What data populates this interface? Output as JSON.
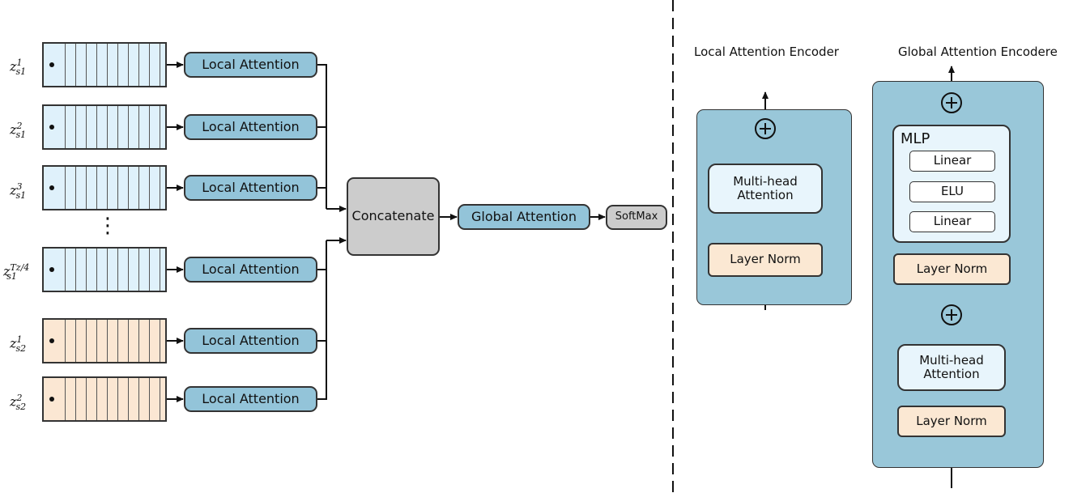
{
  "left": {
    "inputs": [
      {
        "base": "z",
        "sub": "s1",
        "sup": "1"
      },
      {
        "base": "z",
        "sub": "s1",
        "sup": "2"
      },
      {
        "base": "z",
        "sub": "s1",
        "sup": "3"
      },
      {
        "base": "z",
        "sub": "s1",
        "sup": "Tz/4"
      },
      {
        "base": "z",
        "sub": "s2",
        "sup": "1"
      },
      {
        "base": "z",
        "sub": "s2",
        "sup": "2"
      }
    ],
    "ellipsis": "⋮",
    "local_label": "Local Attention",
    "concat_label": "Concatenate",
    "global_label": "Global Attention",
    "softmax_label": "SoftMax"
  },
  "local_encoder": {
    "title": "Local Attention Encoder",
    "mha": "Multi-head Attention",
    "layer_norm": "Layer Norm"
  },
  "global_encoder": {
    "title": "Global Attention Encodere",
    "mlp_title": "MLP",
    "mlp_layers": [
      "Linear",
      "ELU",
      "Linear"
    ],
    "layer_norm_top": "Layer Norm",
    "mha": "Multi-head Attention",
    "layer_norm_bottom": "Layer Norm"
  },
  "colors": {
    "input_blue": "#dff1fb",
    "input_tan": "#fbe7d3",
    "attention_box": "#93c4d9",
    "panel": "#99c7d9",
    "gray_box": "#cccccc"
  }
}
